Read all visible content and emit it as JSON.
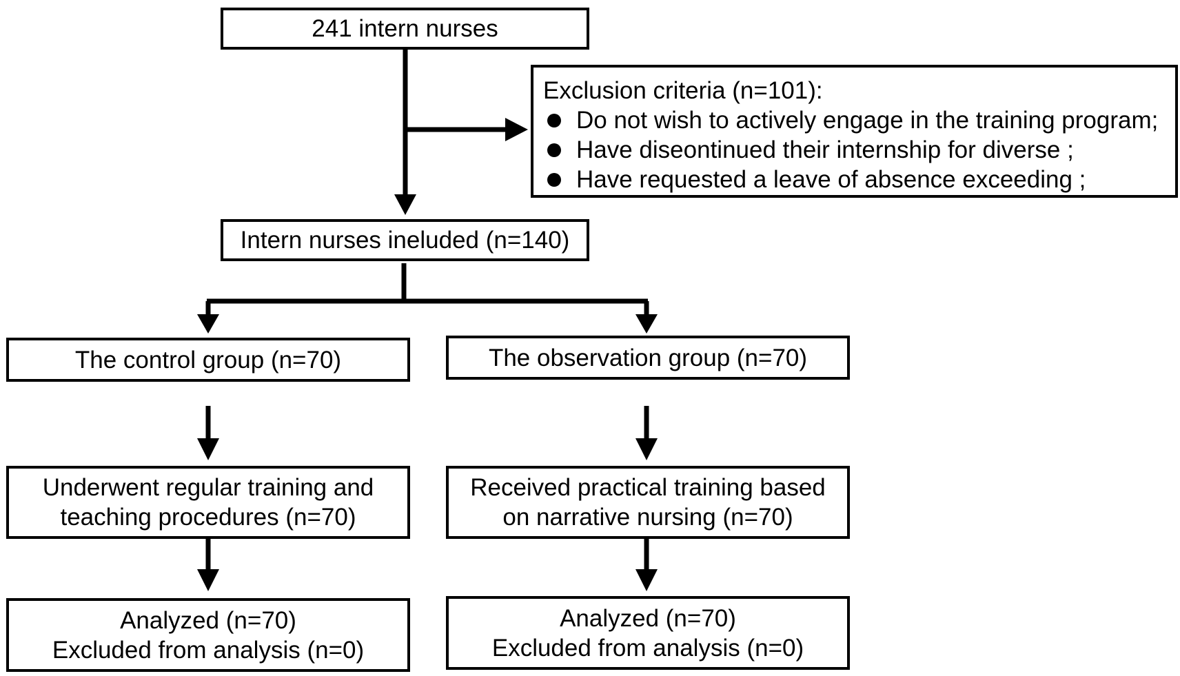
{
  "flowchart": {
    "start": {
      "text": "241 intern nurses"
    },
    "exclusion": {
      "title": "Exclusion criteria  (n=101):",
      "items": [
        "Do not wish to actively engage in the training program;",
        "Have diseontinued their internship for diverse ;",
        "Have requested a leave of absence exceeding ;"
      ]
    },
    "included": {
      "text": "Intern nurses ineluded (n=140)"
    },
    "control": {
      "group": "The control group (n=70)",
      "intervention": [
        "Underwent regular training and",
        "teaching procedures (n=70)"
      ],
      "analysis": [
        "Analyzed (n=70)",
        "Excluded from analysis (n=0)"
      ]
    },
    "observation": {
      "group": "The observation group (n=70)",
      "intervention": [
        "Received practical training based",
        "on narrative nursing (n=70)"
      ],
      "analysis": [
        "Analyzed (n=70)",
        "Excluded from analysis (n=0)"
      ]
    }
  }
}
